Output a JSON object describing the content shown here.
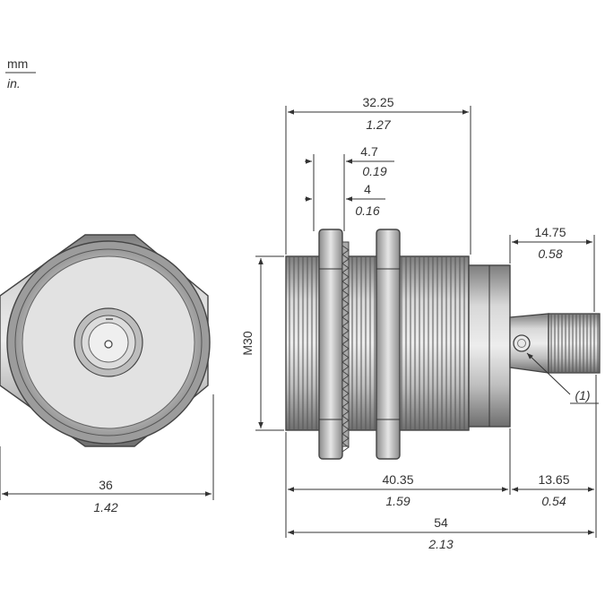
{
  "units": {
    "primary": "mm",
    "secondary": "in."
  },
  "colors": {
    "line": "#333333",
    "metal_dark": "#8a8a8a",
    "metal_light": "#d4d4d4"
  },
  "front_view": {
    "width": {
      "mm": "36",
      "in": "1.42"
    }
  },
  "side_view": {
    "overall_thread": {
      "mm": "32.25",
      "in": "1.27"
    },
    "nut_width": {
      "mm": "4.7",
      "in": "0.19"
    },
    "washer_width": {
      "mm": "4",
      "in": "0.16"
    },
    "connector": {
      "mm": "14.75",
      "in": "0.58"
    },
    "body_length": {
      "mm": "40.35",
      "in": "1.59"
    },
    "connector_length": {
      "mm": "13.65",
      "in": "0.54"
    },
    "total_length": {
      "mm": "54",
      "in": "2.13"
    },
    "thread_label": "M30",
    "callout": "(1)"
  }
}
